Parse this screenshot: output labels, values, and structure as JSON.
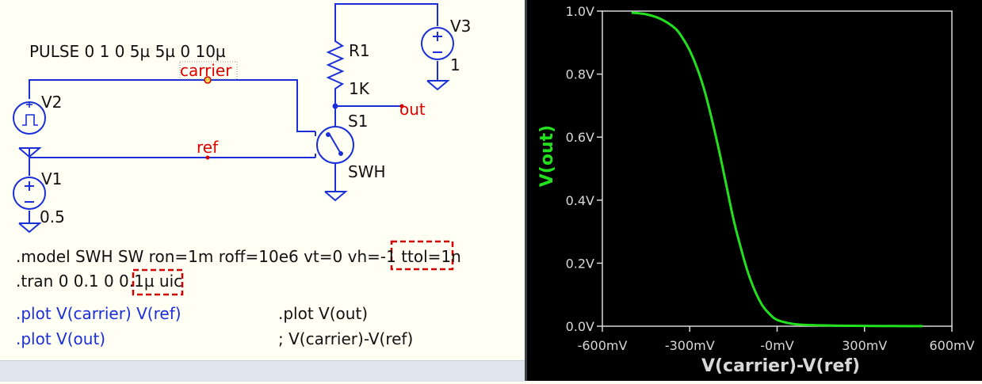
{
  "schematic": {
    "pulse_directive": "PULSE 0 1 0 5µ 5µ 0 10µ",
    "net_labels": {
      "carrier": "carrier",
      "ref": "ref",
      "out": "out"
    },
    "components": {
      "v2": {
        "name": "V2"
      },
      "v1": {
        "name": "V1",
        "value": "0.5"
      },
      "v3": {
        "name": "V3",
        "value": "1"
      },
      "r1": {
        "name": "R1",
        "value": "1K"
      },
      "s1": {
        "name": "S1",
        "model": "SWH"
      }
    },
    "directives": {
      "model_prefix": ".model SWH SW ron=1m roff=10e6 vt=0 ",
      "model_vh": "vh=-1",
      "model_suffix": " ttol=1n",
      "tran_prefix": ".tran 0 0.1 0 ",
      "tran_step": "0.1µ",
      "tran_suffix": " uic",
      "plot_carrier_ref": ".plot V(carrier) V(ref)",
      "plot_out_active": ".plot V(out)",
      "plot_out_comment": ".plot V(out)",
      "comment_expr": "; V(carrier)-V(ref)"
    },
    "colors": {
      "wire": "#1a2ed9",
      "net_label": "#e00000",
      "highlight_box": "#d40000"
    }
  },
  "plot_window": {
    "chart_data": {
      "type": "line",
      "title": "",
      "xlabel": "V(carrier)-V(ref)",
      "ylabel": "V(out)",
      "xlim": [
        -600,
        600
      ],
      "ylim": [
        0,
        1.0
      ],
      "x_ticks": [
        -600,
        -300,
        0,
        300,
        600
      ],
      "x_tick_labels": [
        "-600mV",
        "-300mV",
        "-0mV",
        "300mV",
        "600mV"
      ],
      "y_ticks": [
        0,
        0.2,
        0.4,
        0.6,
        0.8,
        1.0
      ],
      "y_tick_labels": [
        "0.0V",
        "0.2V",
        "0.4V",
        "0.6V",
        "0.8V",
        "1.0V"
      ],
      "grid": false,
      "series": [
        {
          "name": "V(out)",
          "color": "#22e01e",
          "x": [
            -500,
            -450,
            -400,
            -350,
            -325,
            -300,
            -275,
            -250,
            -225,
            -200,
            -175,
            -150,
            -125,
            -100,
            -75,
            -50,
            -25,
            0,
            50,
            100,
            200,
            300,
            400,
            500
          ],
          "y": [
            0.995,
            0.99,
            0.975,
            0.945,
            0.915,
            0.875,
            0.82,
            0.75,
            0.66,
            0.56,
            0.45,
            0.34,
            0.25,
            0.17,
            0.11,
            0.065,
            0.038,
            0.02,
            0.008,
            0.004,
            0.002,
            0.001,
            0.0005,
            0.0002
          ]
        }
      ]
    }
  }
}
